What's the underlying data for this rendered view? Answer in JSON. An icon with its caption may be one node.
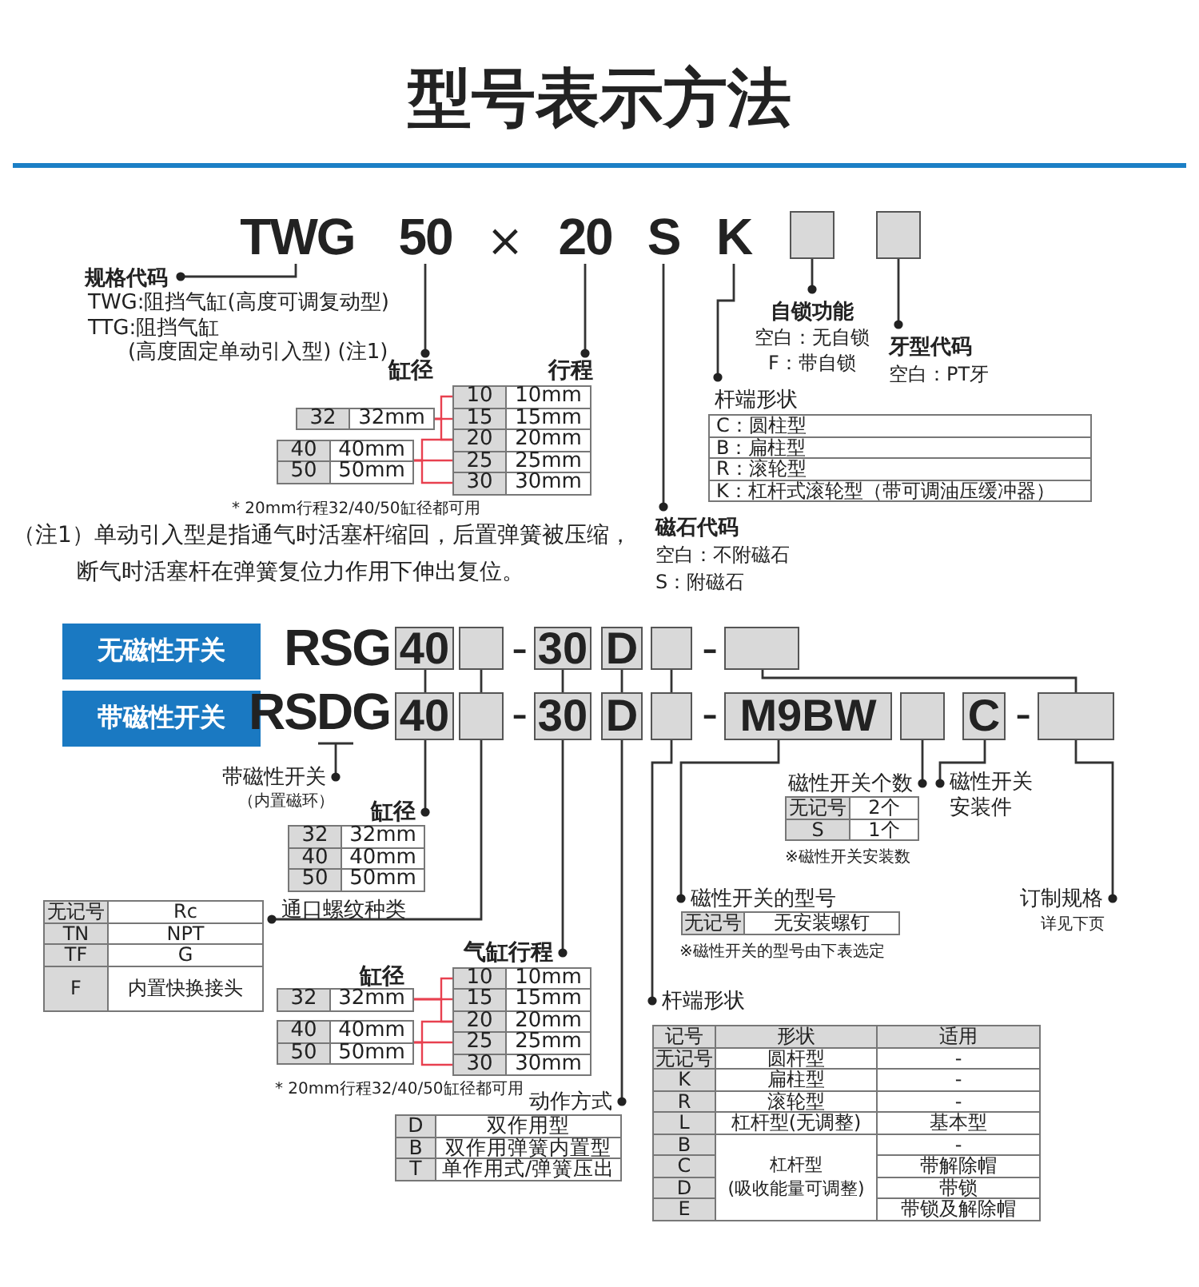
{
  "diagram": {
    "title": "型号表示方法",
    "nodes": [
      {
        "text": [
          "TWG"
        ]
      },
      {
        "text": [
          "50"
        ]
      },
      {
        "text": [
          "20"
        ]
      },
      {
        "text": [
          "S"
        ]
      },
      {
        "text": [
          "K"
        ]
      },
      {
        "text": [],
        "shape": "box"
      },
      {
        "text": [],
        "shape": "box"
      },
      {
        "text": [
          "规格代码"
        ],
        "beside": [
          "TWG:阻挡气缸(高度可调复动型)",
          "TTG:阻挡气缸(高度固定单动引入型) (注1)"
        ]
      },
      {
        "text": [
          "缸径"
        ]
      },
      {
        "text": [
          "行程"
        ]
      },
      {
        "text": [
          "自锁功能"
        ],
        "beside": [
          "空白：无自锁",
          "F：带自锁"
        ]
      },
      {
        "text": [
          "牙型代码"
        ],
        "beside": [
          "空白：PT牙"
        ]
      },
      {
        "text": [
          "杆端形状",
          "C：圆柱型",
          "B：扁柱型",
          "R：滚轮型",
          "K：杠杆式滚轮型（带可调油压缓冲器）"
        ]
      },
      {
        "text": [
          "32",
          "32mm"
        ]
      },
      {
        "text": [
          "40",
          "40mm",
          "50",
          "50mm"
        ]
      },
      {
        "text": [
          "10",
          "10mm"
        ]
      },
      {
        "text": [
          "15",
          "15mm"
        ]
      },
      {
        "text": [
          "20",
          "20mm"
        ]
      },
      {
        "text": [
          "25",
          "25mm"
        ]
      },
      {
        "text": [
          "30",
          "30mm"
        ]
      },
      {
        "text": [
          "磁石代码"
        ],
        "beside": [
          "空白：不附磁石",
          "S：附磁石"
        ]
      },
      {
        "text": [
          "无磁性开关"
        ]
      },
      {
        "text": [
          "RSG"
        ]
      },
      {
        "text": [
          "40"
        ]
      },
      {
        "text": [],
        "shape": "box"
      },
      {
        "text": [
          "30"
        ]
      },
      {
        "text": [
          "D"
        ]
      },
      {
        "text": [],
        "shape": "box"
      },
      {
        "text": [],
        "shape": "box"
      },
      {
        "text": [
          "带磁性开关"
        ]
      },
      {
        "text": [
          "RSDG"
        ]
      },
      {
        "text": [
          "40"
        ]
      },
      {
        "text": [],
        "shape": "box"
      },
      {
        "text": [
          "30"
        ]
      },
      {
        "text": [
          "D"
        ]
      },
      {
        "text": [],
        "shape": "box"
      },
      {
        "text": [
          "M9BW"
        ]
      },
      {
        "text": [],
        "shape": "box"
      },
      {
        "text": [
          "C"
        ]
      },
      {
        "text": [],
        "shape": "box"
      },
      {
        "text": [
          "带磁性开关"
        ],
        "beside": [
          "（内置磁环）"
        ]
      },
      {
        "text": [
          "缸径",
          "32",
          "32mm",
          "40",
          "40mm",
          "50",
          "50mm"
        ]
      },
      {
        "text": [
          "无记号",
          "Rc",
          "TN",
          "NPT",
          "TF",
          "G",
          "F",
          "内置快换接头"
        ]
      },
      {
        "text": [
          "通口螺纹种类"
        ]
      },
      {
        "text": [
          "磁性开关个数",
          "无记号",
          "2个",
          "S",
          "1个"
        ],
        "beside": [
          "※磁性开关安装数"
        ]
      },
      {
        "text": [
          "磁性开关安装件"
        ]
      },
      {
        "text": [
          "磁性开关的型号",
          "无记号",
          "无安装螺钉"
        ],
        "beside": [
          "※磁性开关的型号由下表选定"
        ]
      },
      {
        "text": [
          "订制规格"
        ],
        "beside": [
          "详见下页"
        ]
      },
      {
        "text": [
          "气缸行程"
        ]
      },
      {
        "text": [
          "缸径",
          "32",
          "32mm"
        ]
      },
      {
        "text": [
          "40",
          "40mm",
          "50",
          "50mm"
        ]
      },
      {
        "text": [
          "10",
          "10mm"
        ]
      },
      {
        "text": [
          "15",
          "15mm"
        ]
      },
      {
        "text": [
          "20",
          "20mm"
        ]
      },
      {
        "text": [
          "25",
          "25mm"
        ]
      },
      {
        "text": [
          "30",
          "30mm"
        ]
      },
      {
        "text": [
          "动作方式",
          "D",
          "双作用型",
          "B",
          "双作用弹簧内置型",
          "T",
          "单作用式/弹簧压出"
        ]
      },
      {
        "text": [
          "杆端形状",
          "记号",
          "形状",
          "适用",
          "无记号",
          "圆杆型",
          "-",
          "K",
          "扁柱型",
          "-",
          "R",
          "滚轮型",
          "-",
          "L",
          "杠杆型(无调整)",
          "基本型",
          "B",
          "杠杆型(吸收能量可调整)",
          "-",
          "C",
          "带解除帽",
          "D",
          "带锁",
          "E",
          "带锁及解除帽"
        ]
      }
    ],
    "edges": [
      {
        "from": 0,
        "to": 7,
        "arrow": "other"
      },
      {
        "from": 1,
        "to": 8,
        "arrow": "other"
      },
      {
        "from": 2,
        "to": 9,
        "arrow": "other"
      },
      {
        "from": 3,
        "to": 20,
        "arrow": "other"
      },
      {
        "from": 4,
        "to": 12,
        "arrow": "other"
      },
      {
        "from": 5,
        "to": 10,
        "arrow": "other"
      },
      {
        "from": 6,
        "to": 11,
        "arrow": "other"
      },
      {
        "from": 13,
        "to": 15,
        "arrow": "none",
        "color": "#e8404f"
      },
      {
        "from": 13,
        "to": 16,
        "arrow": "none",
        "color": "#e8404f"
      },
      {
        "from": 13,
        "to": 17,
        "arrow": "none",
        "color": "#e8404f"
      },
      {
        "from": 14,
        "to": 17,
        "arrow": "none",
        "color": "#e8404f"
      },
      {
        "from": 14,
        "to": 18,
        "arrow": "none",
        "color": "#e8404f"
      },
      {
        "from": 14,
        "to": 19,
        "arrow": "none",
        "color": "#e8404f"
      },
      {
        "from": 23,
        "to": 31,
        "arrow": "none"
      },
      {
        "from": 24,
        "to": 32,
        "arrow": "none"
      },
      {
        "from": 25,
        "to": 33,
        "arrow": "none"
      },
      {
        "from": 26,
        "to": 34,
        "arrow": "none"
      },
      {
        "from": 27,
        "to": 35,
        "arrow": "none"
      },
      {
        "from": 28,
        "to": 39,
        "arrow": "none"
      },
      {
        "from": 30,
        "to": 40,
        "arrow": "other"
      },
      {
        "from": 31,
        "to": 41,
        "arrow": "other"
      },
      {
        "from": 32,
        "to": 43,
        "arrow": "other"
      },
      {
        "from": 33,
        "to": 48,
        "arrow": "other"
      },
      {
        "from": 34,
        "to": 56,
        "arrow": "other"
      },
      {
        "from": 35,
        "to": 57,
        "arrow": "other"
      },
      {
        "from": 36,
        "to": 46,
        "arrow": "other"
      },
      {
        "from": 37,
        "to": 44,
        "arrow": "other"
      },
      {
        "from": 38,
        "to": 45,
        "arrow": "other"
      },
      {
        "from": 39,
        "to": 47,
        "arrow": "other"
      },
      {
        "from": 49,
        "to": 51,
        "arrow": "none",
        "color": "#e8404f"
      },
      {
        "from": 49,
        "to": 52,
        "arrow": "none",
        "color": "#e8404f"
      },
      {
        "from": 49,
        "to": 53,
        "arrow": "none",
        "color": "#e8404f"
      },
      {
        "from": 50,
        "to": 53,
        "arrow": "none",
        "color": "#e8404f"
      },
      {
        "from": 50,
        "to": 54,
        "arrow": "none",
        "color": "#e8404f"
      },
      {
        "from": 50,
        "to": 55,
        "arrow": "none",
        "color": "#e8404f"
      }
    ],
    "labels": [
      "×",
      "* 20mm行程32/40/50缸径都可用",
      "（注1）单动引入型是指通气时活塞杆缩回，后置弹簧被压缩，断气时活塞杆在弹簧复位力作用下伸出复位。",
      "-",
      "-",
      "-",
      "-",
      "-",
      "* 20mm行程32/40/50缸径都可用"
    ]
  }
}
